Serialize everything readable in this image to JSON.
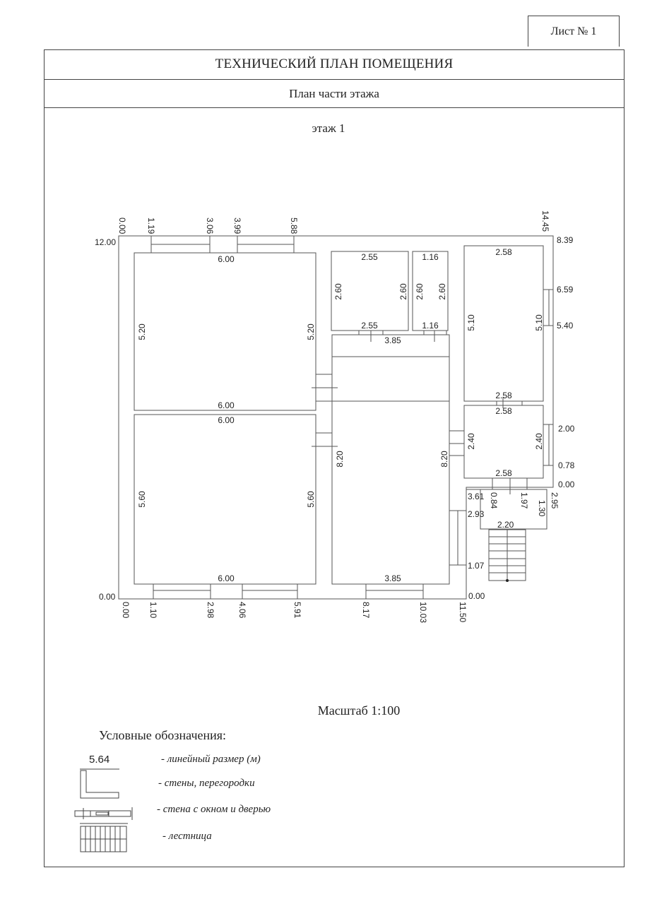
{
  "header": {
    "sheet_label": "Лист № 1",
    "title": "ТЕХНИЧЕСКИЙ ПЛАН ПОМЕЩЕНИЯ",
    "subtitle": "План части этажа",
    "floor": "этаж 1"
  },
  "plan": {
    "top_axis": [
      "0.00",
      "1.19",
      "3.06",
      "3.99",
      "5.88",
      "14.45"
    ],
    "bottom_axis": [
      "0.00",
      "1.10",
      "2.98",
      "4.06",
      "5.91",
      "8.17",
      "10.03",
      "11.50"
    ],
    "left_axis": [
      "12.00",
      "0.00"
    ],
    "right_axis": [
      "8.39",
      "6.59",
      "5.40",
      "2.00",
      "0.78",
      "0.00"
    ],
    "porch_axis": [
      "3.61",
      "2.93",
      "1.07",
      "0.00"
    ],
    "porch_dims": [
      "0.84",
      "1.97",
      "2.95",
      "1.30",
      "2.20"
    ],
    "room1": {
      "top": "6.00",
      "left": "5.20",
      "right": "5.20",
      "bottom": "6.00"
    },
    "room2": {
      "top": "6.00",
      "left": "5.60",
      "right": "5.60",
      "bottom": "6.00"
    },
    "room3": {
      "top": "3.85",
      "left": "8.20",
      "right": "8.20",
      "bottom": "3.85"
    },
    "room4": {
      "top": "2.55",
      "left": "2.60",
      "right": "2.60",
      "bottom": "2.55"
    },
    "room5": {
      "top": "1.16",
      "left": "2.60",
      "right": "2.60",
      "bottom": "1.16"
    },
    "room6": {
      "top": "2.58",
      "left": "5.10",
      "right": "5.10",
      "bottom": "2.58"
    },
    "room7": {
      "top": "2.58",
      "left": "2.40",
      "right": "2.40",
      "bottom": "2.58"
    }
  },
  "scale": "Масштаб 1:100",
  "legend": {
    "title": "Условные обозначения:",
    "sample_dimension": "5.64",
    "items": [
      "- линейный размер (м)",
      "- стены, перегородки",
      "- стена с окном и дверью",
      "- лестница"
    ]
  }
}
